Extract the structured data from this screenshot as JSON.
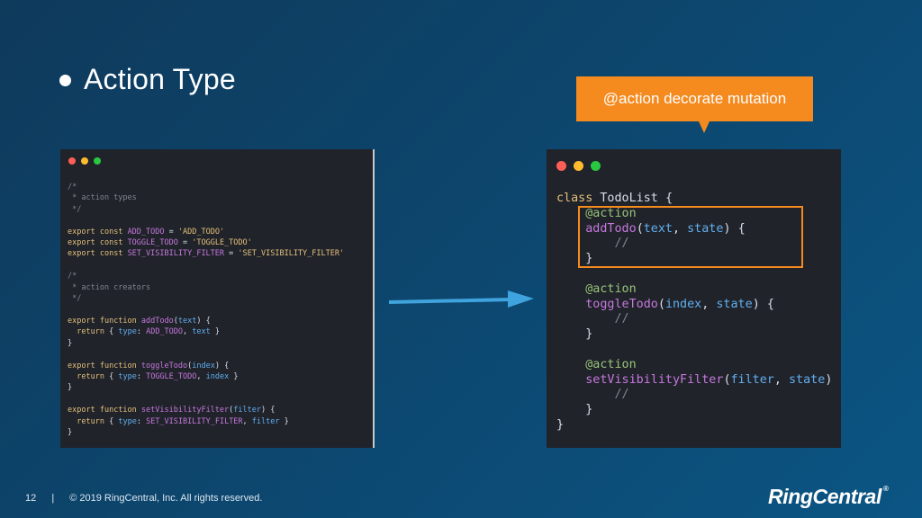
{
  "slide": {
    "title": "Action Type"
  },
  "callout": {
    "text": "@action decorate mutation"
  },
  "left_code": {
    "lines": [
      "/*",
      " * action types",
      " */",
      "",
      "export const ADD_TODO = 'ADD_TODO'",
      "export const TOGGLE_TODO = 'TOGGLE_TODO'",
      "export const SET_VISIBILITY_FILTER = 'SET_VISIBILITY_FILTER'",
      "",
      "/*",
      " * action creators",
      " */",
      "",
      "export function addTodo(text) {",
      "  return { type: ADD_TODO, text }",
      "}",
      "",
      "export function toggleTodo(index) {",
      "  return { type: TOGGLE_TODO, index }",
      "}",
      "",
      "export function setVisibilityFilter(filter) {",
      "  return { type: SET_VISIBILITY_FILTER, filter }",
      "}"
    ]
  },
  "right_code": {
    "lines": [
      "class TodoList {",
      "    @action",
      "    addTodo(text, state) {",
      "        //",
      "    }",
      "",
      "    @action",
      "    toggleTodo(index, state) {",
      "        //",
      "    }",
      "",
      "    @action",
      "    setVisibilityFilter(filter, state) {",
      "        //",
      "    }",
      "}"
    ]
  },
  "footer": {
    "page_number": "12",
    "separator": "|",
    "copyright": "© 2019 RingCentral, Inc.  All rights reserved."
  },
  "brand": {
    "name": "RingCentral",
    "mark": "®"
  },
  "colors": {
    "background": "#0d456c",
    "accent": "#f58a1f",
    "code_bg": "#20232a",
    "arrow": "#3fa3dd"
  },
  "icons": [
    "window-close-dot",
    "window-minimize-dot",
    "window-maximize-dot",
    "arrow-right-icon"
  ]
}
